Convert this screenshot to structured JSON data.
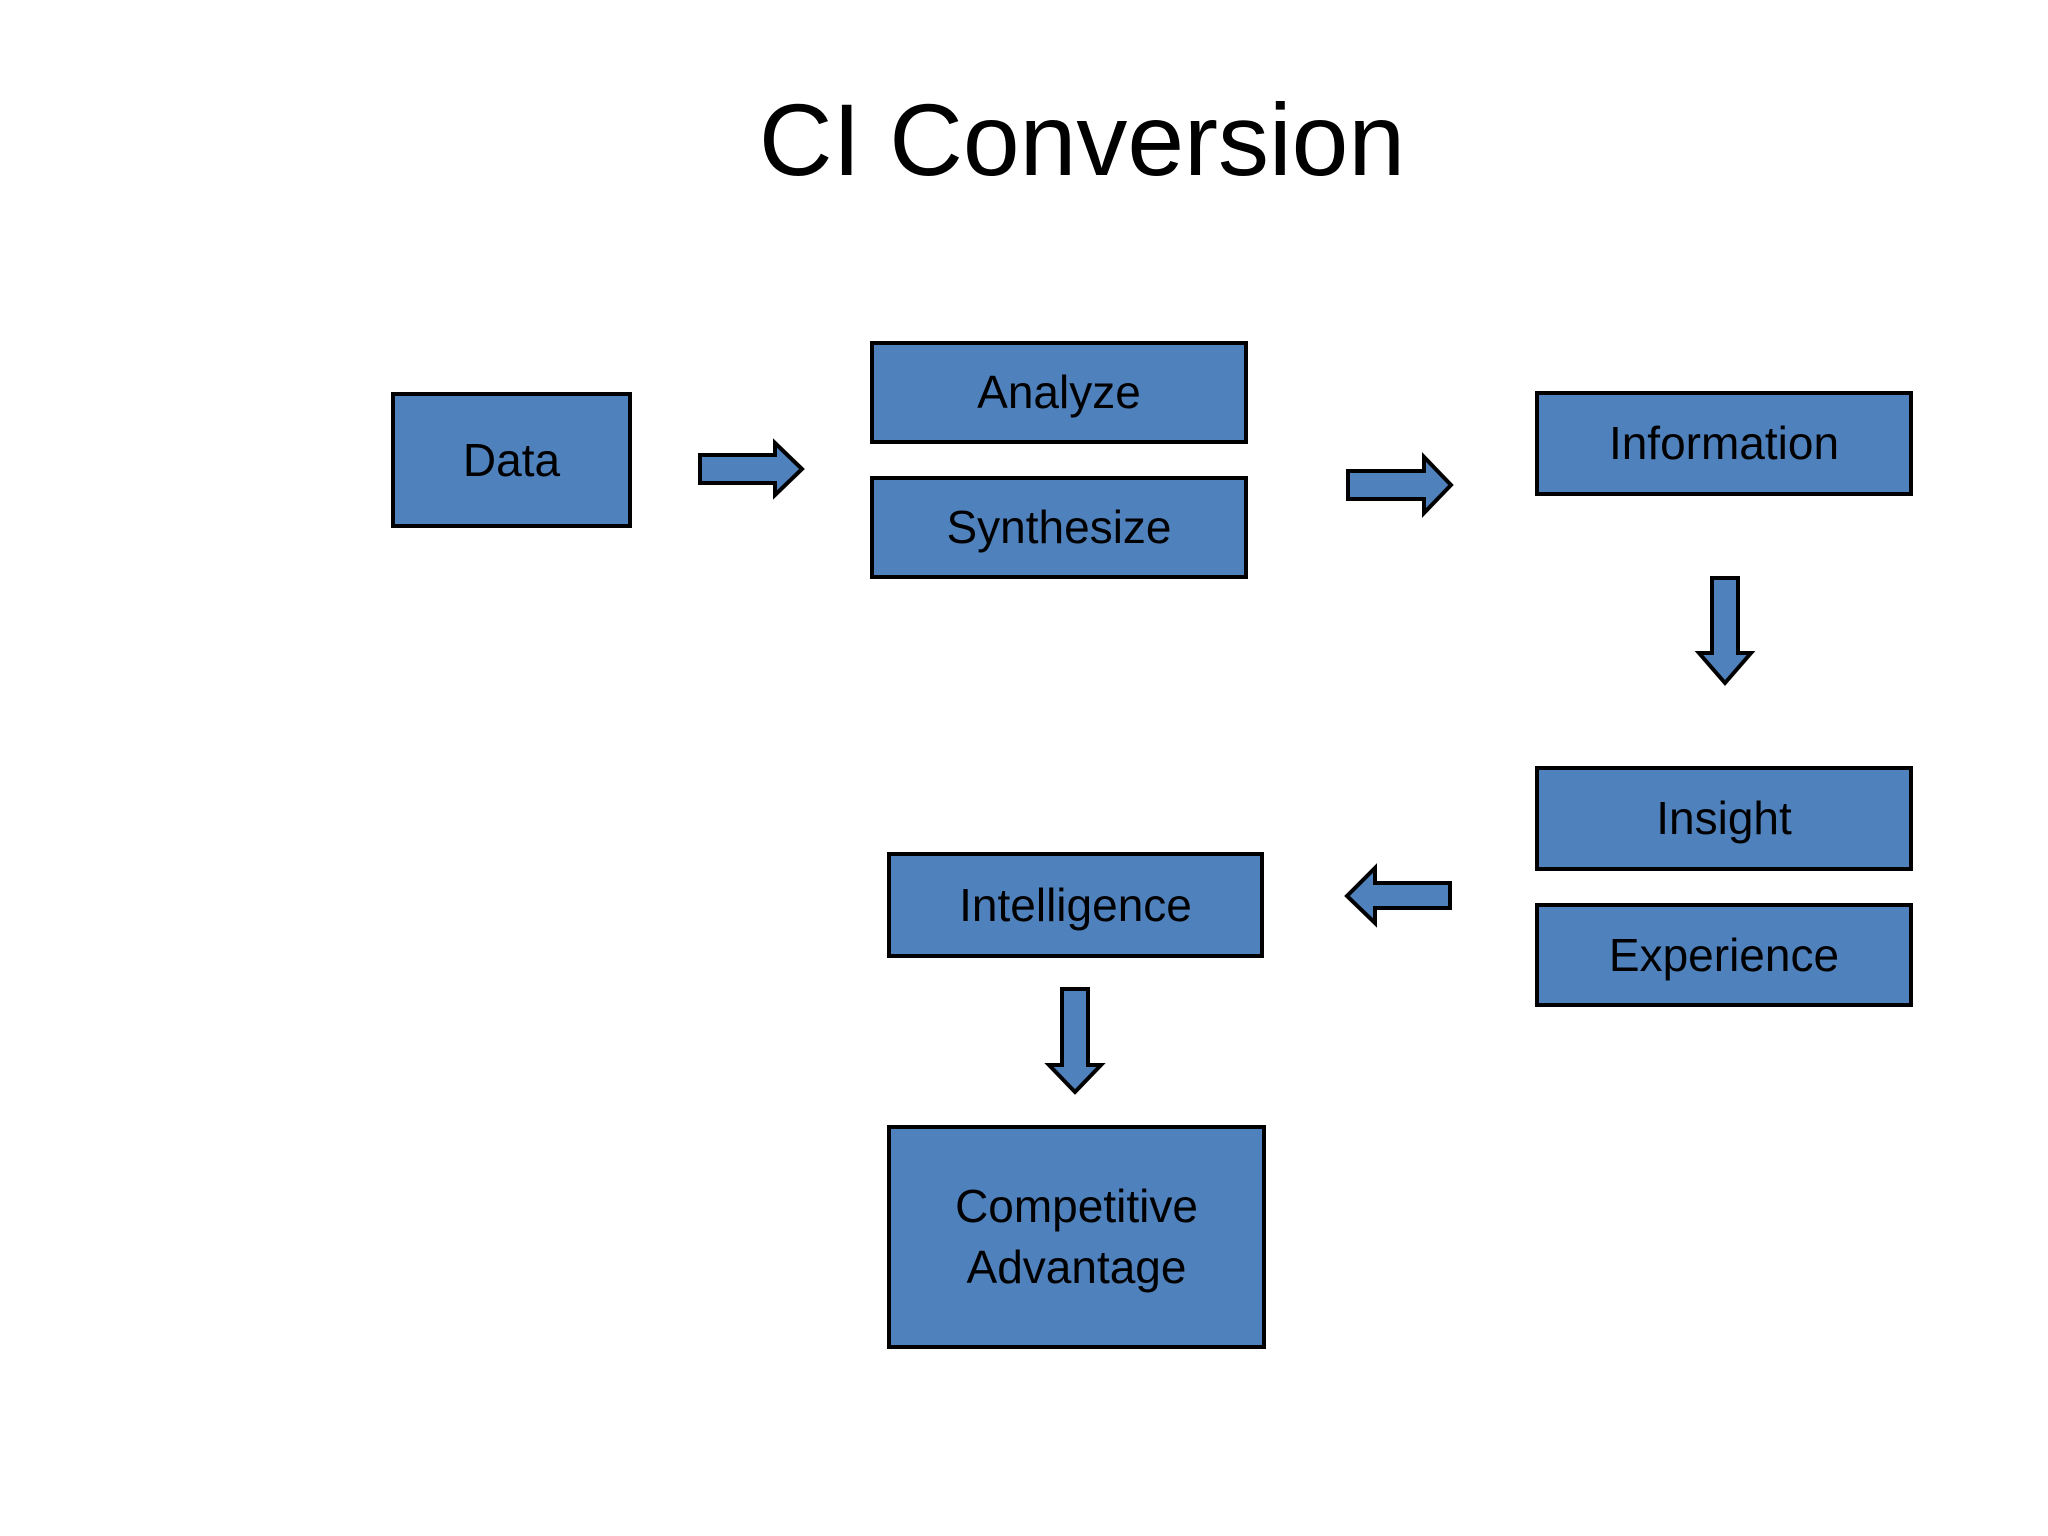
{
  "title": "CI Conversion",
  "colors": {
    "background": "#ffffff",
    "node_fill": "#4f81bd",
    "node_border": "#000000",
    "arrow_fill": "#4f81bd",
    "arrow_border": "#000000",
    "text": "#000000"
  },
  "diagram": {
    "nodes": [
      {
        "id": "data",
        "label": "Data"
      },
      {
        "id": "analyze",
        "label": "Analyze"
      },
      {
        "id": "synthesize",
        "label": "Synthesize"
      },
      {
        "id": "information",
        "label": "Information"
      },
      {
        "id": "insight",
        "label": "Insight"
      },
      {
        "id": "experience",
        "label": "Experience"
      },
      {
        "id": "intelligence",
        "label": "Intelligence"
      },
      {
        "id": "competitive-advantage",
        "label": "Competitive Advantage"
      }
    ],
    "connections": [
      {
        "from": "data",
        "to": "analyze / synthesize",
        "direction": "right"
      },
      {
        "from": "analyze / synthesize",
        "to": "information",
        "direction": "right"
      },
      {
        "from": "information",
        "to": "insight",
        "direction": "down"
      },
      {
        "from": "insight / experience",
        "to": "intelligence",
        "direction": "left"
      },
      {
        "from": "intelligence",
        "to": "competitive-advantage",
        "direction": "down"
      }
    ]
  }
}
